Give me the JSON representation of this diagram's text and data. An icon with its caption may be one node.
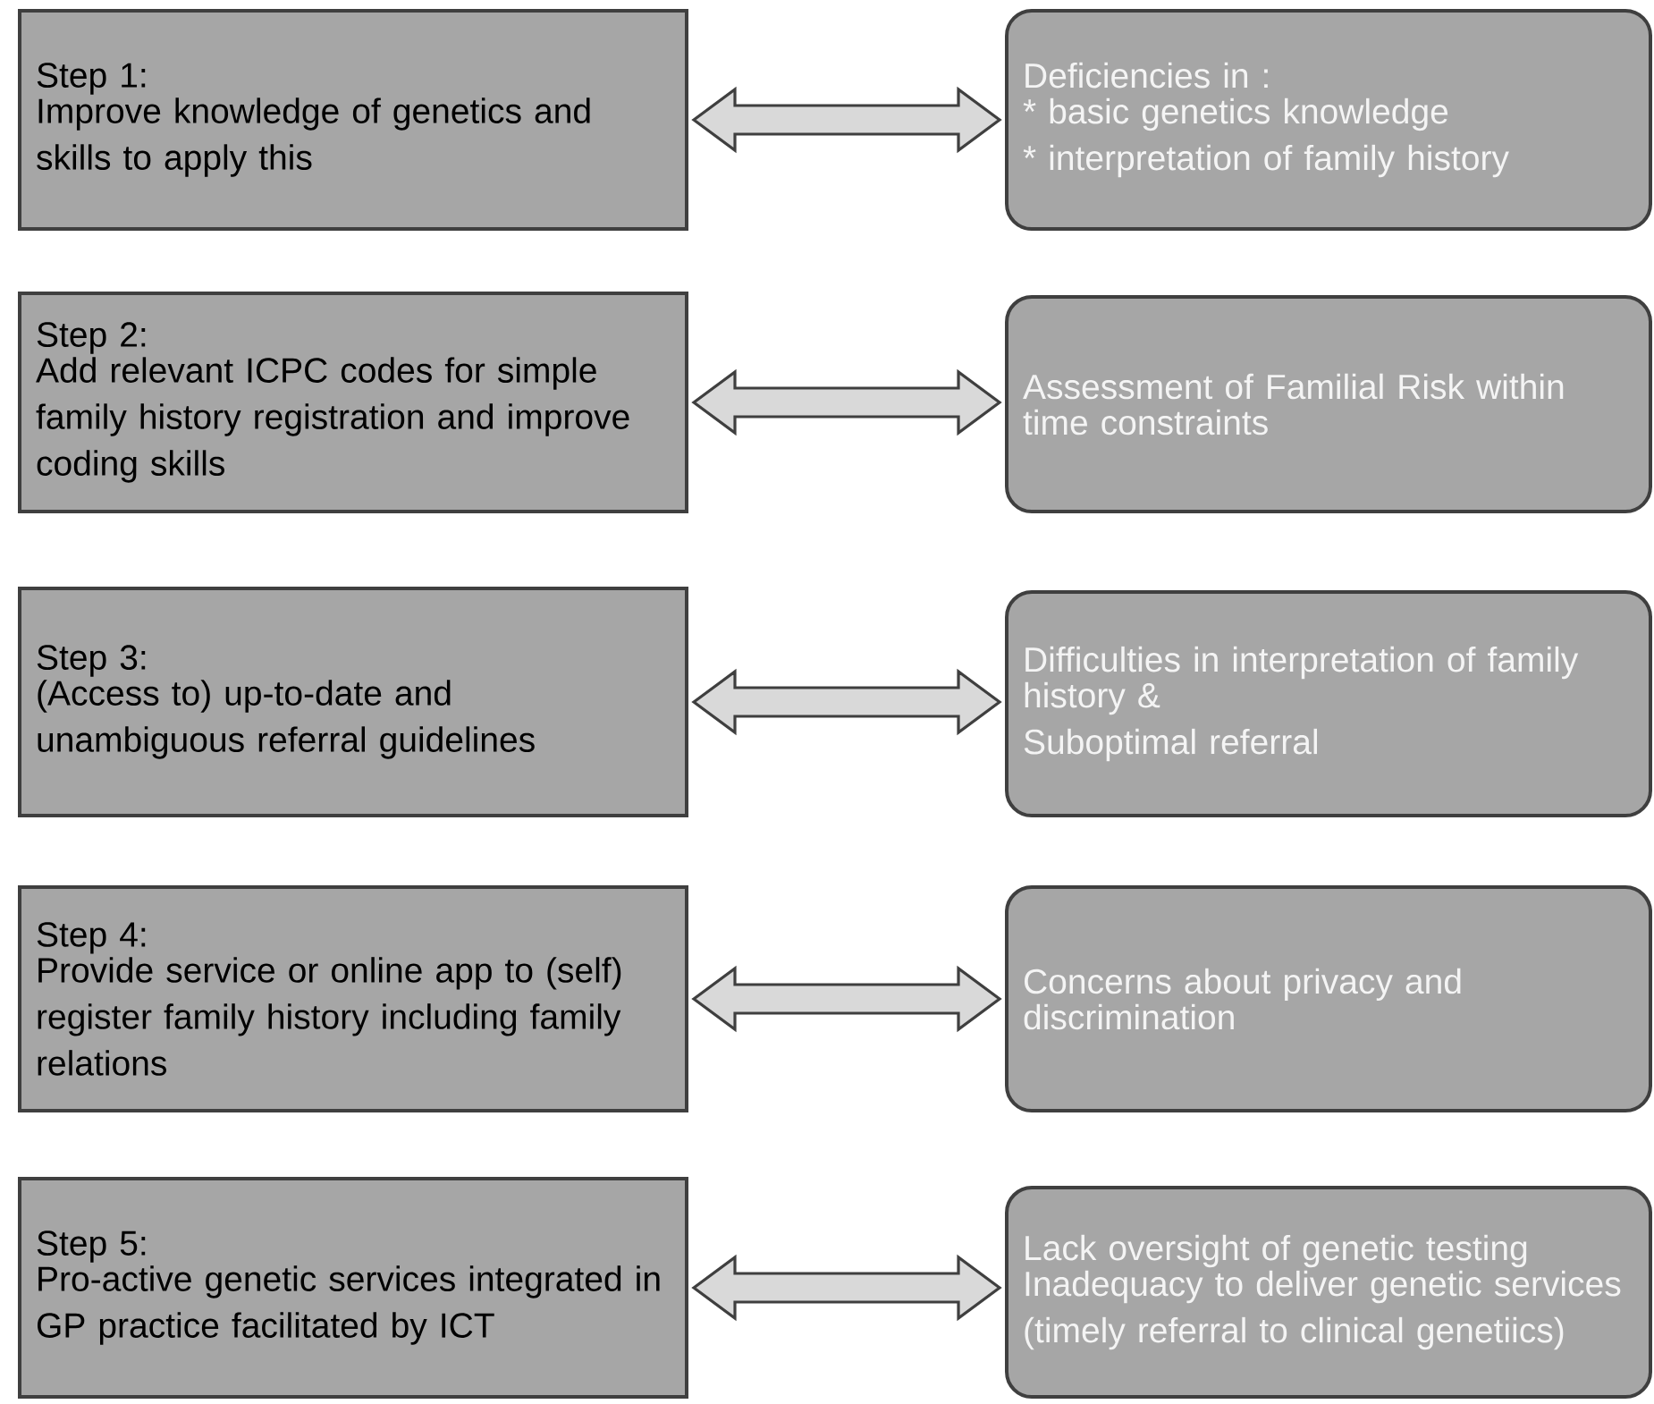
{
  "diagram": {
    "nodes": [
      {
        "text": [
          "Step 1:",
          "Improve knowledge of genetics and skills to apply this"
        ]
      },
      {
        "text": [
          "Deficiencies in :",
          "* basic genetics knowledge",
          "* interpretation of family history"
        ]
      },
      {
        "text": [
          "Step 2:",
          "Add relevant ICPC codes for simple family history registration and improve coding skills"
        ]
      },
      {
        "text": [
          "Assessment of Familial Risk within time constraints"
        ]
      },
      {
        "text": [
          "Step 3:",
          "(Access to) up-to-date and unambiguous referral guidelines"
        ]
      },
      {
        "text": [
          "Difficulties in interpretation of family history &",
          "Suboptimal referral"
        ]
      },
      {
        "text": [
          "Step 4:",
          "Provide service or online app to (self) register family history including family relations"
        ]
      },
      {
        "text": [
          "Concerns about privacy and discrimination"
        ]
      },
      {
        "text": [
          "Step 5:",
          "Pro-active genetic services integrated in GP practice facilitated by ICT"
        ]
      },
      {
        "text": [
          "Lack oversight of genetic testing",
          "Inadequacy to deliver genetic services (timely referral to clinical genetiics)"
        ]
      }
    ],
    "edges": [
      {
        "from": 0,
        "to": 1,
        "arrow": "both"
      },
      {
        "from": 2,
        "to": 3,
        "arrow": "both"
      },
      {
        "from": 4,
        "to": 5,
        "arrow": "both"
      },
      {
        "from": 6,
        "to": 7,
        "arrow": "both"
      },
      {
        "from": 8,
        "to": 9,
        "arrow": "both"
      }
    ]
  }
}
